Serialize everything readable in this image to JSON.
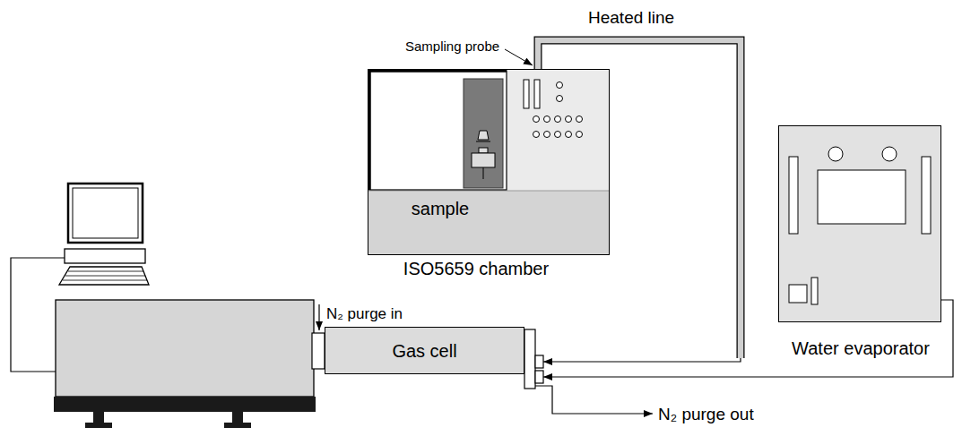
{
  "diagram": {
    "nodes": [
      {
        "text": [
          "sample",
          "ISO5659 chamber"
        ]
      },
      {
        "text": [
          "Water evaporator"
        ]
      },
      {
        "text": [
          "Gas cell"
        ]
      }
    ],
    "edges": [
      {
        "from": 0,
        "to": 2,
        "label": "Heated line",
        "arrow": "to"
      },
      {
        "from": 1,
        "to": 2,
        "arrow": "to"
      }
    ],
    "labels": [
      "Sampling probe",
      "N₂ purge in",
      "N₂ purge out"
    ]
  }
}
